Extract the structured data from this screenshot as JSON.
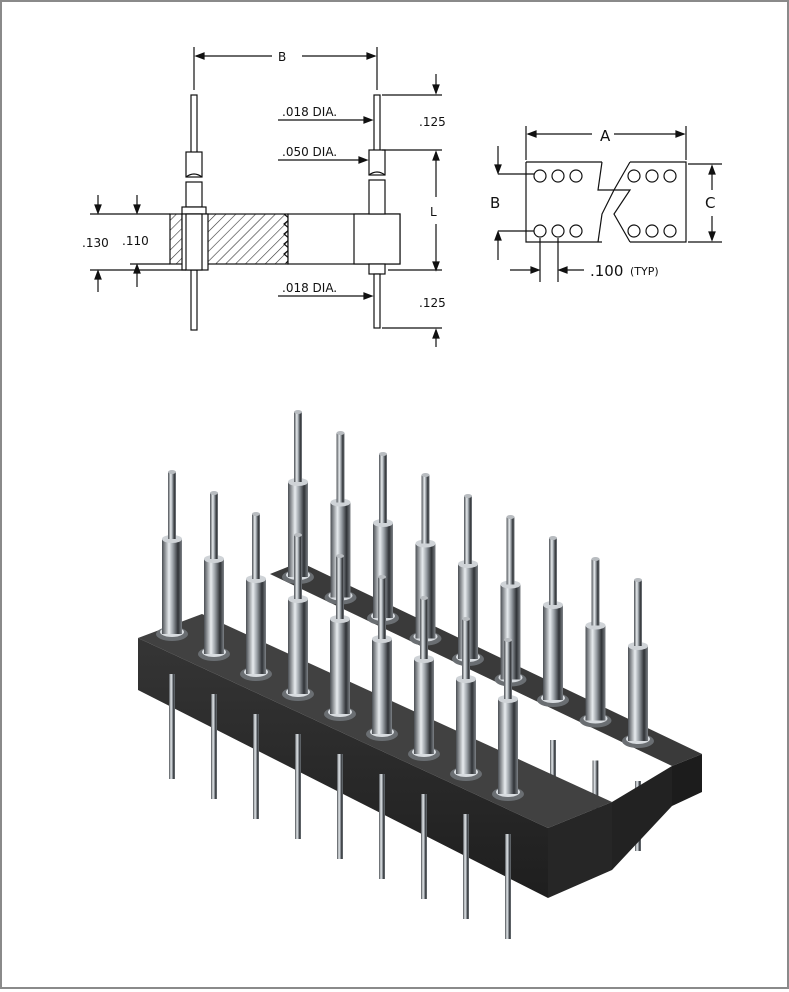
{
  "side_view": {
    "label_b": "B",
    "label_l": "L",
    "label_pin_top_dia": ".018 DIA.",
    "label_sleeve_dia": ".050 DIA.",
    "label_pin_bottom_dia": ".018 DIA.",
    "label_top_125": ".125",
    "label_bottom_125": ".125",
    "label_130": ".130",
    "label_110": ".110"
  },
  "top_view": {
    "label_a": "A",
    "label_b": "B",
    "label_c": "C",
    "label_pitch": ".100",
    "label_typ": "(TYP)"
  },
  "render": {
    "colors": {
      "body": "#2a2a2a",
      "body_top": "#3d3d3d",
      "pin": "#c8ccd0",
      "pin_dark": "#5a5e63"
    },
    "pins_per_row": 9,
    "rows": 2
  }
}
